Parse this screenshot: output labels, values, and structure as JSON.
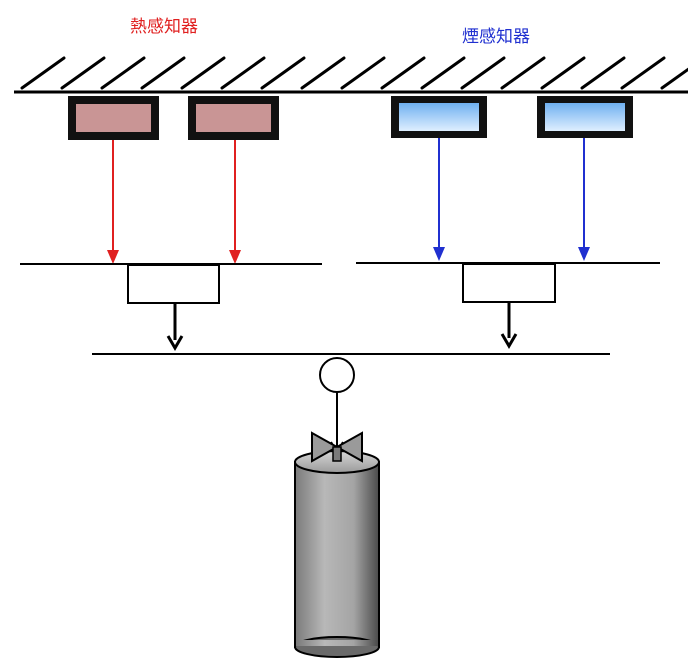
{
  "labels": {
    "heat_detector": "熱感知器",
    "smoke_detector": "煙感知器"
  },
  "colors": {
    "heat": "#e02020",
    "smoke": "#2030d0",
    "heat_fill": "#c99595",
    "smoke_fill_top": "#6fb0f0",
    "smoke_fill_bottom": "#dfefff",
    "line": "#000000",
    "cylinder": "#a8a8a8"
  },
  "components": {
    "heat_detectors": 2,
    "smoke_detectors": 2,
    "control_units": 2
  }
}
